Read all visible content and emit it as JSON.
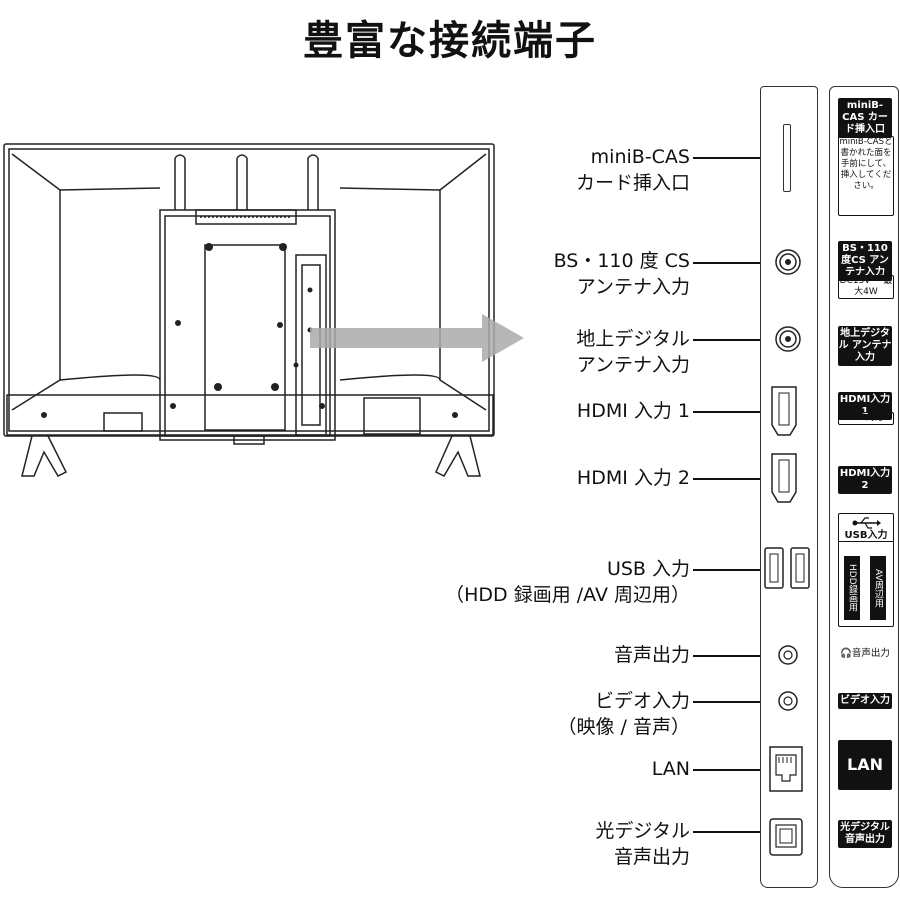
{
  "title": "豊富な接続端子",
  "ports": [
    {
      "line1": "miniB-CAS",
      "line2": "カード挿入口"
    },
    {
      "line1": "BS・110 度 CS",
      "line2": "アンテナ入力"
    },
    {
      "line1": "地上デジタル",
      "line2": "アンテナ入力"
    },
    {
      "line1": "HDMI 入力 1"
    },
    {
      "line1": "HDMI 入力 2"
    },
    {
      "line1": "USB 入力",
      "line2": "（HDD 録画用 /AV 周辺用）"
    },
    {
      "line1": "音声出力"
    },
    {
      "line1": "ビデオ入力",
      "line2": "（映像 / 音声）"
    },
    {
      "line1": "LAN"
    },
    {
      "line1": "光デジタル",
      "line2": "音声出力"
    }
  ],
  "strip": {
    "bcas_tag": "miniB-CAS カード挿入口",
    "bcas_note": "miniB-CASと書かれた面を手前にして、挿入してください。",
    "bs_tag": "BS・110度CS アンテナ入力",
    "bs_note": "DC15V ⎓ 最大4W",
    "terr_tag": "地上デジタル アンテナ入力",
    "hdmi1_tag": "HDMI入力1",
    "hdmi1_note": "ARC対応",
    "hdmi2_tag": "HDMI入力2",
    "usb_tag": "USB入力",
    "usb_hdd": "HDD録画用",
    "usb_av": "AV周辺用",
    "audio_tag": "音声出力",
    "video_tag": "ビデオ入力",
    "lan_tag": "LAN",
    "optical_tag": "光デジタル 音声出力"
  }
}
